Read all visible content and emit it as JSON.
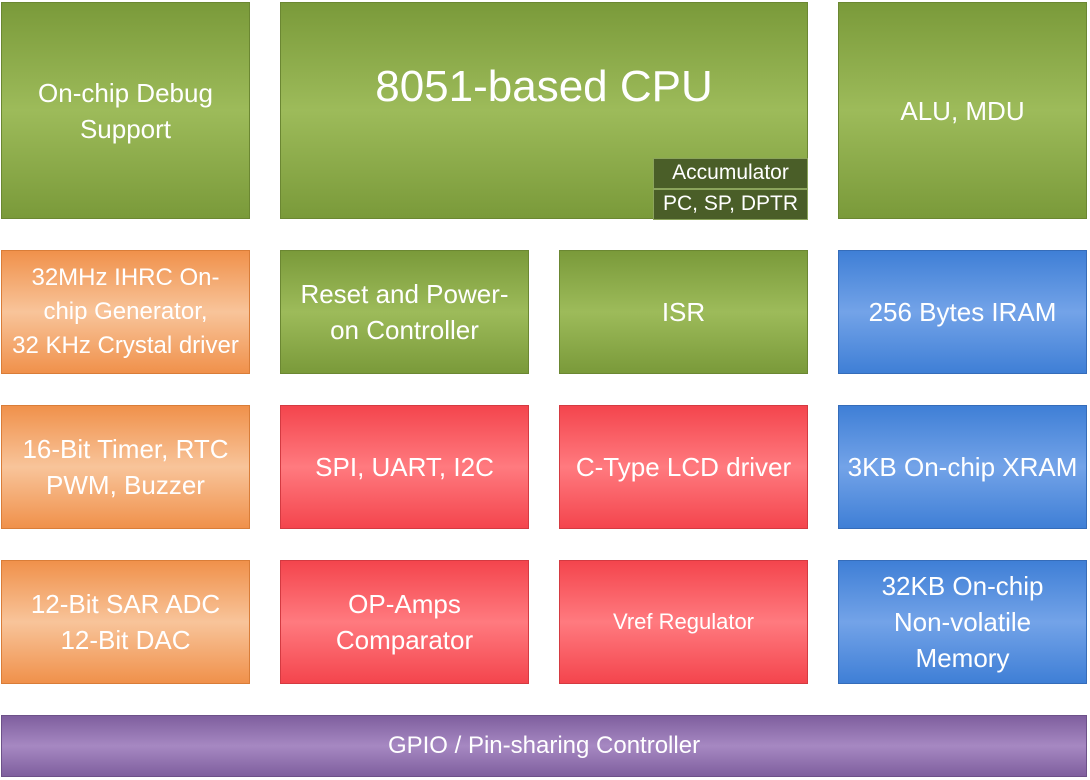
{
  "blocks": {
    "debug": "On-chip Debug Support",
    "cpu": "8051-based CPU",
    "accumulator": "Accumulator",
    "registers": "PC, SP, DPTR",
    "alu": "ALU, MDU",
    "clock_line1": "32MHz IHRC On-",
    "clock_line2": "chip Generator,",
    "clock_line3": "32 KHz Crystal driver",
    "reset_line1": "Reset and Power-",
    "reset_line2": "on Controller",
    "isr": "ISR",
    "iram": "256 Bytes IRAM",
    "timer_line1": "16-Bit Timer, RTC",
    "timer_line2": "PWM, Buzzer",
    "serial": "SPI, UART, I2C",
    "lcd": "C-Type LCD driver",
    "xram": "3KB On-chip XRAM",
    "adc_line1": "12-Bit SAR ADC",
    "adc_line2": "12-Bit DAC",
    "opamp_line1": "OP-Amps",
    "opamp_line2": "Comparator",
    "vref": "Vref Regulator",
    "nvm_line1": "32KB On-chip",
    "nvm_line2": "Non-volatile",
    "nvm_line3": "Memory",
    "gpio": "GPIO / Pin-sharing Controller"
  }
}
